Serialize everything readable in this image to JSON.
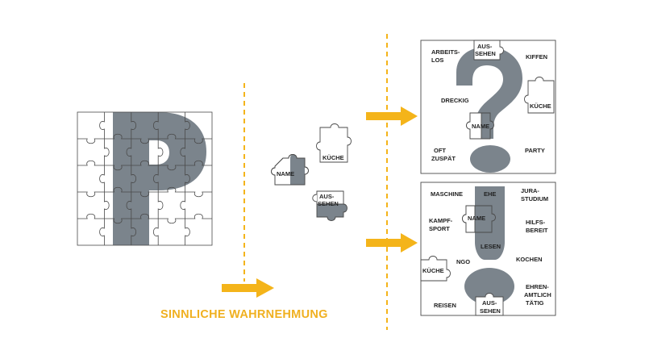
{
  "caption": "SINNLICHE WAHRNEHMUNG",
  "colors": {
    "accent": "#f4b41a",
    "shape": "#7b848c",
    "line": "#4a4a4a"
  },
  "loose_pieces": {
    "kueche": "KÜCHE",
    "name": "NAME",
    "aussehen": [
      "AUS-",
      "SEHEN"
    ]
  },
  "question_panel": {
    "arbeitslos": [
      "ARBEITS-",
      "LOS"
    ],
    "aussehen": [
      "AUS-",
      "SEHEN"
    ],
    "kiffen": "KIFFEN",
    "dreckig": "DRECKIG",
    "kueche": "KÜCHE",
    "name": "NAME",
    "oft_zuspaet": [
      "OFT",
      "ZUSPÄT"
    ],
    "party": "PARTY"
  },
  "exclaim_panel": {
    "maschine": "MASCHINE",
    "ehe": "EHE",
    "jurastudium": [
      "JURA-",
      "STUDIUM"
    ],
    "name": "NAME",
    "kampfsport": [
      "KAMPF-",
      "SPORT"
    ],
    "hilfsbereit": [
      "HILFS-",
      "BEREIT"
    ],
    "lesen": "LESEN",
    "ngo": "NGO",
    "kochen": "KOCHEN",
    "kueche": "KÜCHE",
    "ehrenamtlich": [
      "EHREN-",
      "AMTLICH",
      "TÄTIG"
    ],
    "reisen": "REISEN",
    "aussehen": [
      "AUS-",
      "SEHEN"
    ]
  }
}
